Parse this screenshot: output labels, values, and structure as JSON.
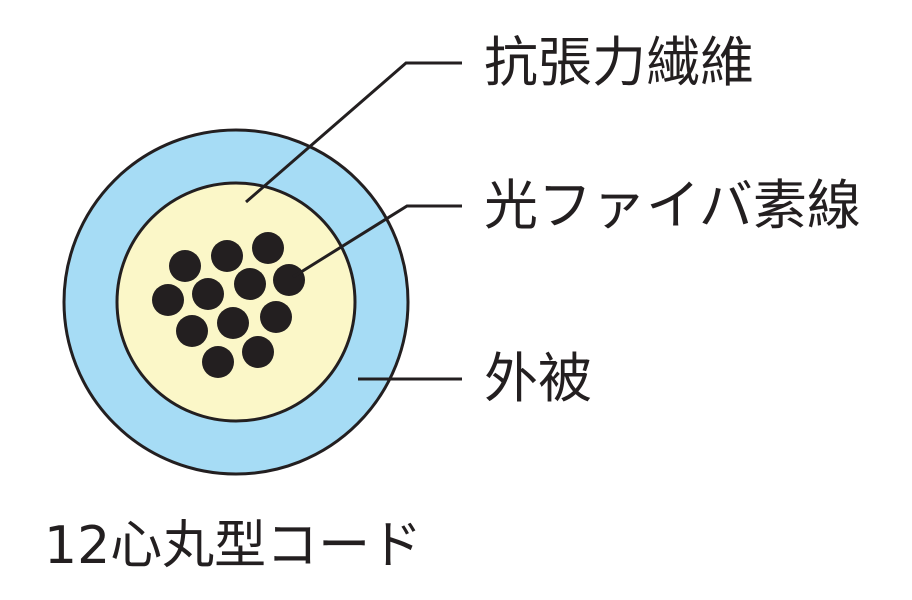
{
  "labels": {
    "tensile_fiber": "抗張力繊維",
    "optical_fiber": "光ファイバ素線",
    "jacket": "外被"
  },
  "caption": "12心丸型コード",
  "colors": {
    "jacket_fill": "#a6dcf5",
    "core_fill": "#fbf7c8",
    "fiber_fill": "#231f20",
    "outline": "#231f20",
    "text": "#231f20"
  },
  "fiber_count": 12
}
